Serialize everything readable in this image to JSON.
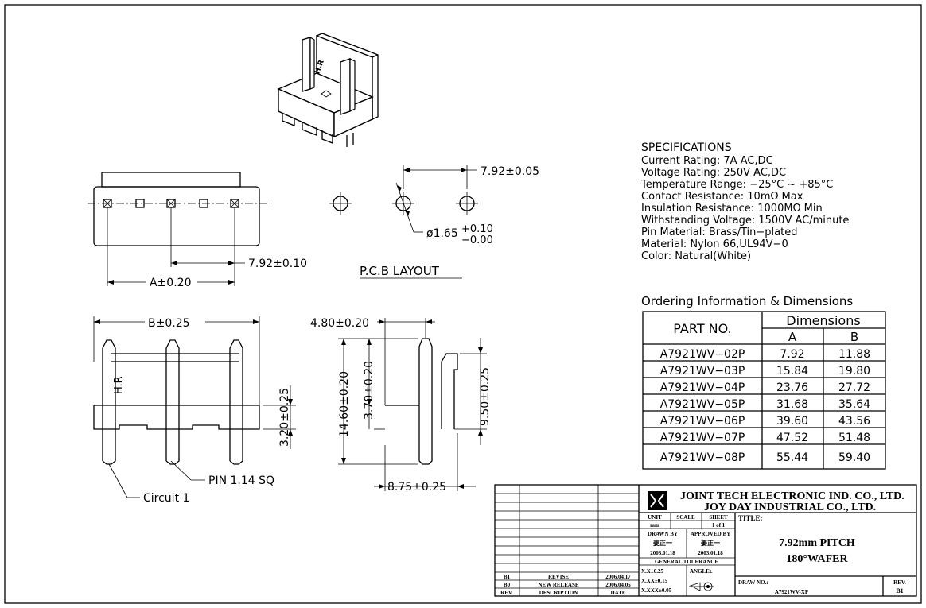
{
  "specs": {
    "heading": "SPECIFICATIONS",
    "lines": [
      "Current Rating: 7A AC,DC",
      "Voltage Rating: 250V AC,DC",
      "Temperature Range: −25°C ~ +85°C",
      "Contact Resistance: 10mΩ Max",
      "Insulation Resistance: 1000MΩ Min",
      "Withstanding Voltage: 1500V AC/minute",
      "Pin Material: Brass/Tin−plated",
      "Material: Nylon 66,UL94V−0",
      "Color: Natural(White)"
    ]
  },
  "ordering": {
    "heading": "Ordering Information & Dimensions",
    "col_part": "PART NO.",
    "col_dims": "Dimensions",
    "col_a": "A",
    "col_b": "B",
    "rows": [
      {
        "part": "A7921WV−02P",
        "a": "7.92",
        "b": "11.88"
      },
      {
        "part": "A7921WV−03P",
        "a": "15.84",
        "b": "19.80"
      },
      {
        "part": "A7921WV−04P",
        "a": "23.76",
        "b": "27.72"
      },
      {
        "part": "A7921WV−05P",
        "a": "31.68",
        "b": "35.64"
      },
      {
        "part": "A7921WV−06P",
        "a": "39.60",
        "b": "43.56"
      },
      {
        "part": "A7921WV−07P",
        "a": "47.52",
        "b": "51.48"
      },
      {
        "part": "A7921WV−08P",
        "a": "55.44",
        "b": "59.40"
      }
    ]
  },
  "dims": {
    "pitch_pcb": "7.92±0.05",
    "hole_dia": "ø1.65",
    "hole_tol_plus": "+0.10",
    "hole_tol_minus": "−0.00",
    "pitch_front": "7.92±0.10",
    "dim_a": "A±0.20",
    "pcb_layout": "P.C.B  LAYOUT",
    "dim_b": "B±0.25",
    "side_width": "4.80±0.20",
    "height_total": "14.60±0.20",
    "height_upper": "3.70±0.20",
    "pin_length": "9.50±0.25",
    "base_height": "3.20±0.25",
    "depth": "8.75±0.25",
    "pin_label": "PIN  1.14  SQ",
    "circuit_label": "Circuit  1",
    "marking": "H.R"
  },
  "titleblock": {
    "company1": "JOINT TECH ELECTRONIC IND. CO., LTD.",
    "company2": "JOY DAY INDUSTRIAL CO., LTD.",
    "unit_label": "UNIT",
    "unit_value": "mm",
    "scale_label": "SCALE",
    "sheet_label": "SHEET",
    "sheet_value": "1 of 1",
    "drawn_by_label": "DRAWN BY",
    "drawn_by_name": "姜正一",
    "drawn_date": "2003.01.18",
    "approved_by_label": "APPROVED BY",
    "approved_by_name": "姜正一",
    "approved_date": "2003.01.18",
    "tolerance_label": "GENERAL  TOLERANCE",
    "tol_x": "X.X±0.25",
    "tol_xx": "X.XX±0.15",
    "tol_xxx": "X.XXX±0.05",
    "angle_label": "ANGLE±",
    "title_label": "TITLE:",
    "title_line1": "7.92mm PITCH",
    "title_line2": "180°WAFER",
    "draw_no_label": "DRAW NO.:",
    "draw_no_value": "A7921WV-XP",
    "rev_label": "REV.",
    "rev_value": "B1",
    "revisions": [
      {
        "rev": "B1",
        "desc": "REVISE",
        "date": "2006.04.17"
      },
      {
        "rev": "B0",
        "desc": "NEW RELEASE",
        "date": "2006.04.05"
      }
    ],
    "rev_header": "REV.",
    "desc_header": "DESCRIPTION",
    "date_header": "DATE"
  }
}
